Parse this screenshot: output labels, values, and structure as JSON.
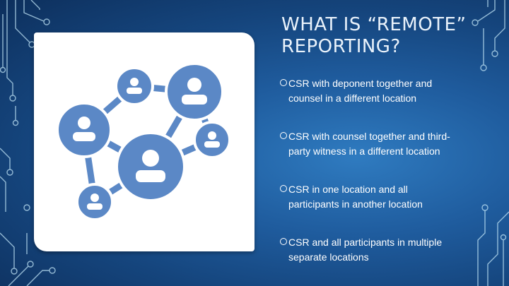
{
  "slide": {
    "title_lines": [
      "WHAT IS “REMOTE”",
      "REPORTING?"
    ],
    "bullets": [
      {
        "lines": [
          "CSR with deponent together and",
          "counsel in a different location"
        ]
      },
      {
        "lines": [
          "CSR with counsel together and third-",
          "party witness in a different location"
        ]
      },
      {
        "lines": [
          "CSR in one location and all",
          "participants in another location"
        ]
      },
      {
        "lines": [
          "CSR and all participants in multiple",
          "separate locations"
        ]
      }
    ],
    "image": {
      "icon": "network-people-icon",
      "node_color": "#5b88c6",
      "panel_color": "#ffffff"
    },
    "colors": {
      "background_center": "#2f7bc0",
      "background_edge": "#0d2f5c",
      "circuit_lines": "#bfe3f5"
    }
  }
}
